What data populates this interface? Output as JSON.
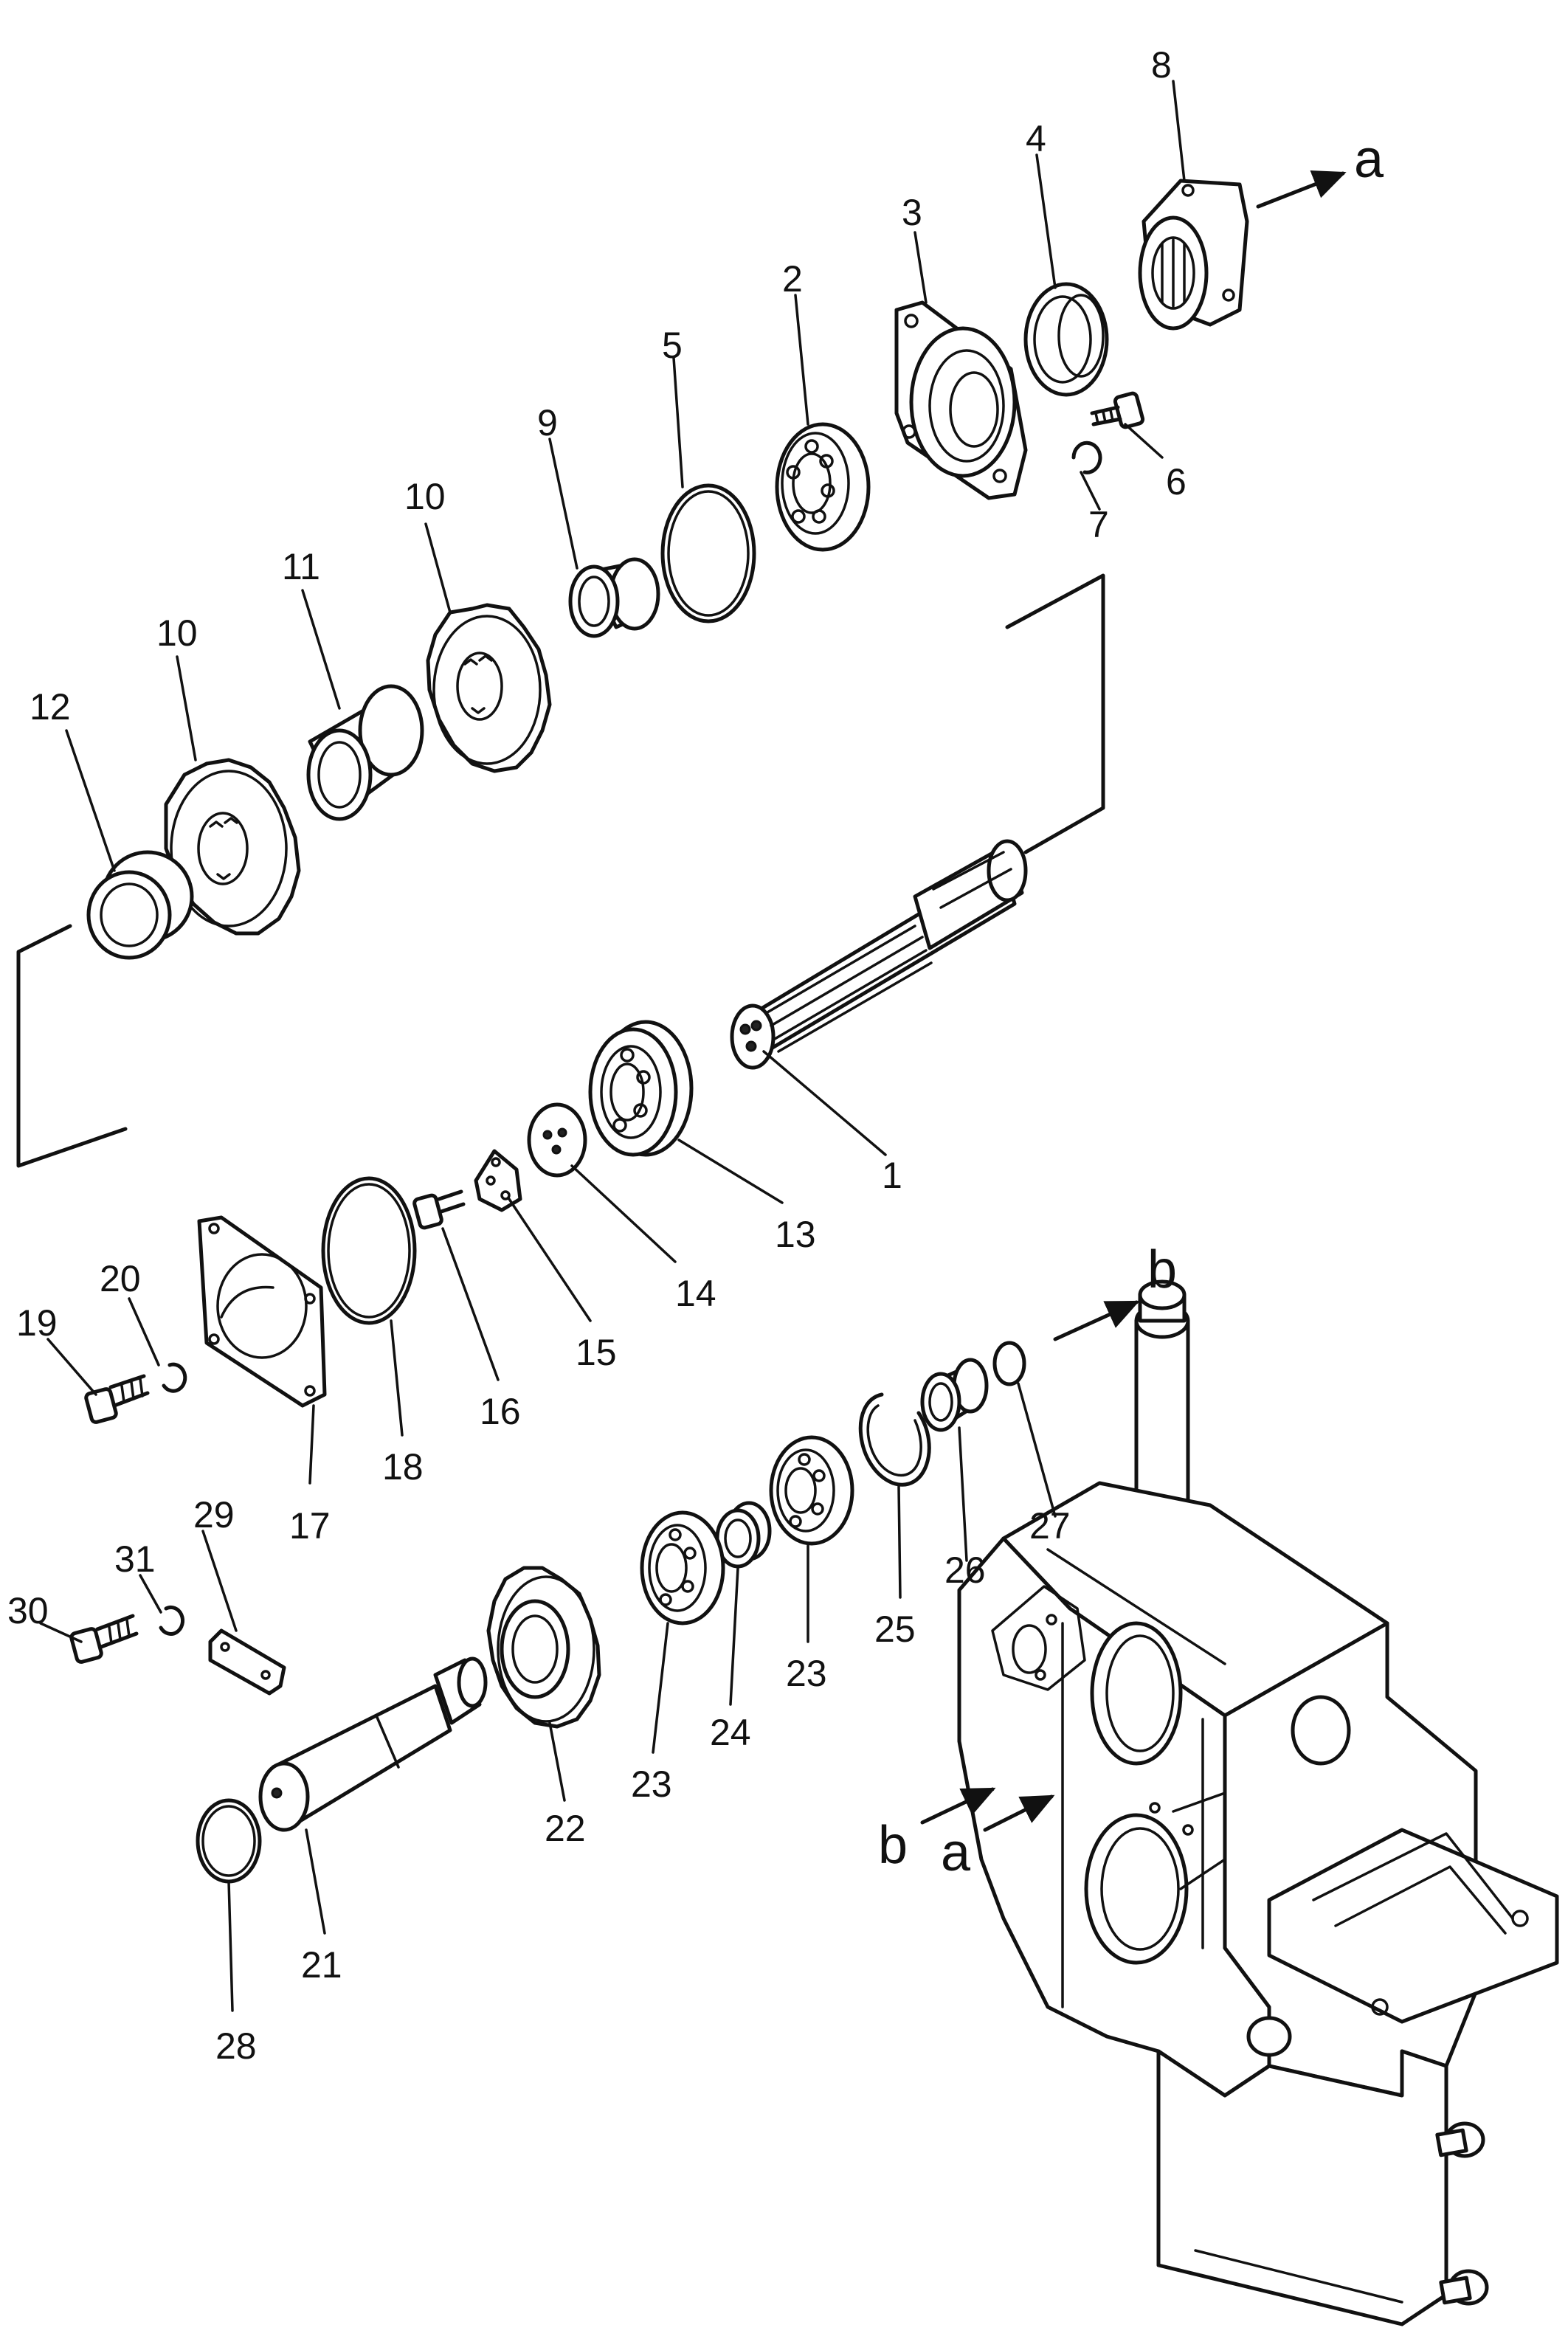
{
  "diagram": {
    "part_labels": [
      "1",
      "2",
      "3",
      "4",
      "5",
      "6",
      "7",
      "8",
      "9",
      "10",
      "10",
      "11",
      "12",
      "13",
      "14",
      "15",
      "16",
      "17",
      "18",
      "19",
      "20",
      "21",
      "22",
      "23",
      "23",
      "24",
      "25",
      "26",
      "27",
      "28",
      "29",
      "30",
      "31"
    ],
    "flow_markers": [
      "a",
      "b",
      "b",
      "a"
    ]
  }
}
